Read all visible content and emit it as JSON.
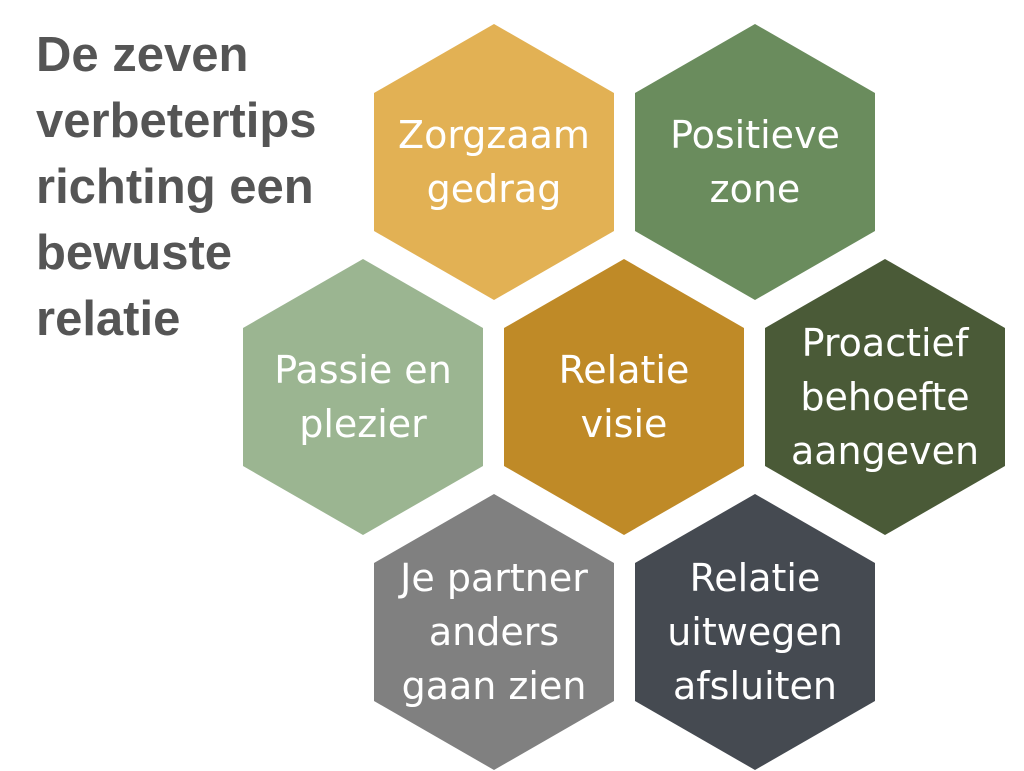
{
  "title_lines": [
    "De zeven",
    "verbetertips",
    "richting een",
    "bewuste",
    "relatie"
  ],
  "hexagons": [
    {
      "lines": [
        "Zorgzaam",
        "gedrag"
      ],
      "color": "#E2B154"
    },
    {
      "lines": [
        "Positieve",
        "zone"
      ],
      "color": "#6A8C5D"
    },
    {
      "lines": [
        "Passie en",
        "plezier"
      ],
      "color": "#9BB591"
    },
    {
      "lines": [
        "Relatie",
        "visie"
      ],
      "color": "#BF8A27"
    },
    {
      "lines": [
        "Proactief",
        "behoefte",
        "aangeven"
      ],
      "color": "#4A5A37"
    },
    {
      "lines": [
        "Je partner",
        "anders",
        "gaan zien"
      ],
      "color": "#808080"
    },
    {
      "lines": [
        "Relatie",
        "uitwegen",
        "afsluiten"
      ],
      "color": "#454A51"
    }
  ]
}
